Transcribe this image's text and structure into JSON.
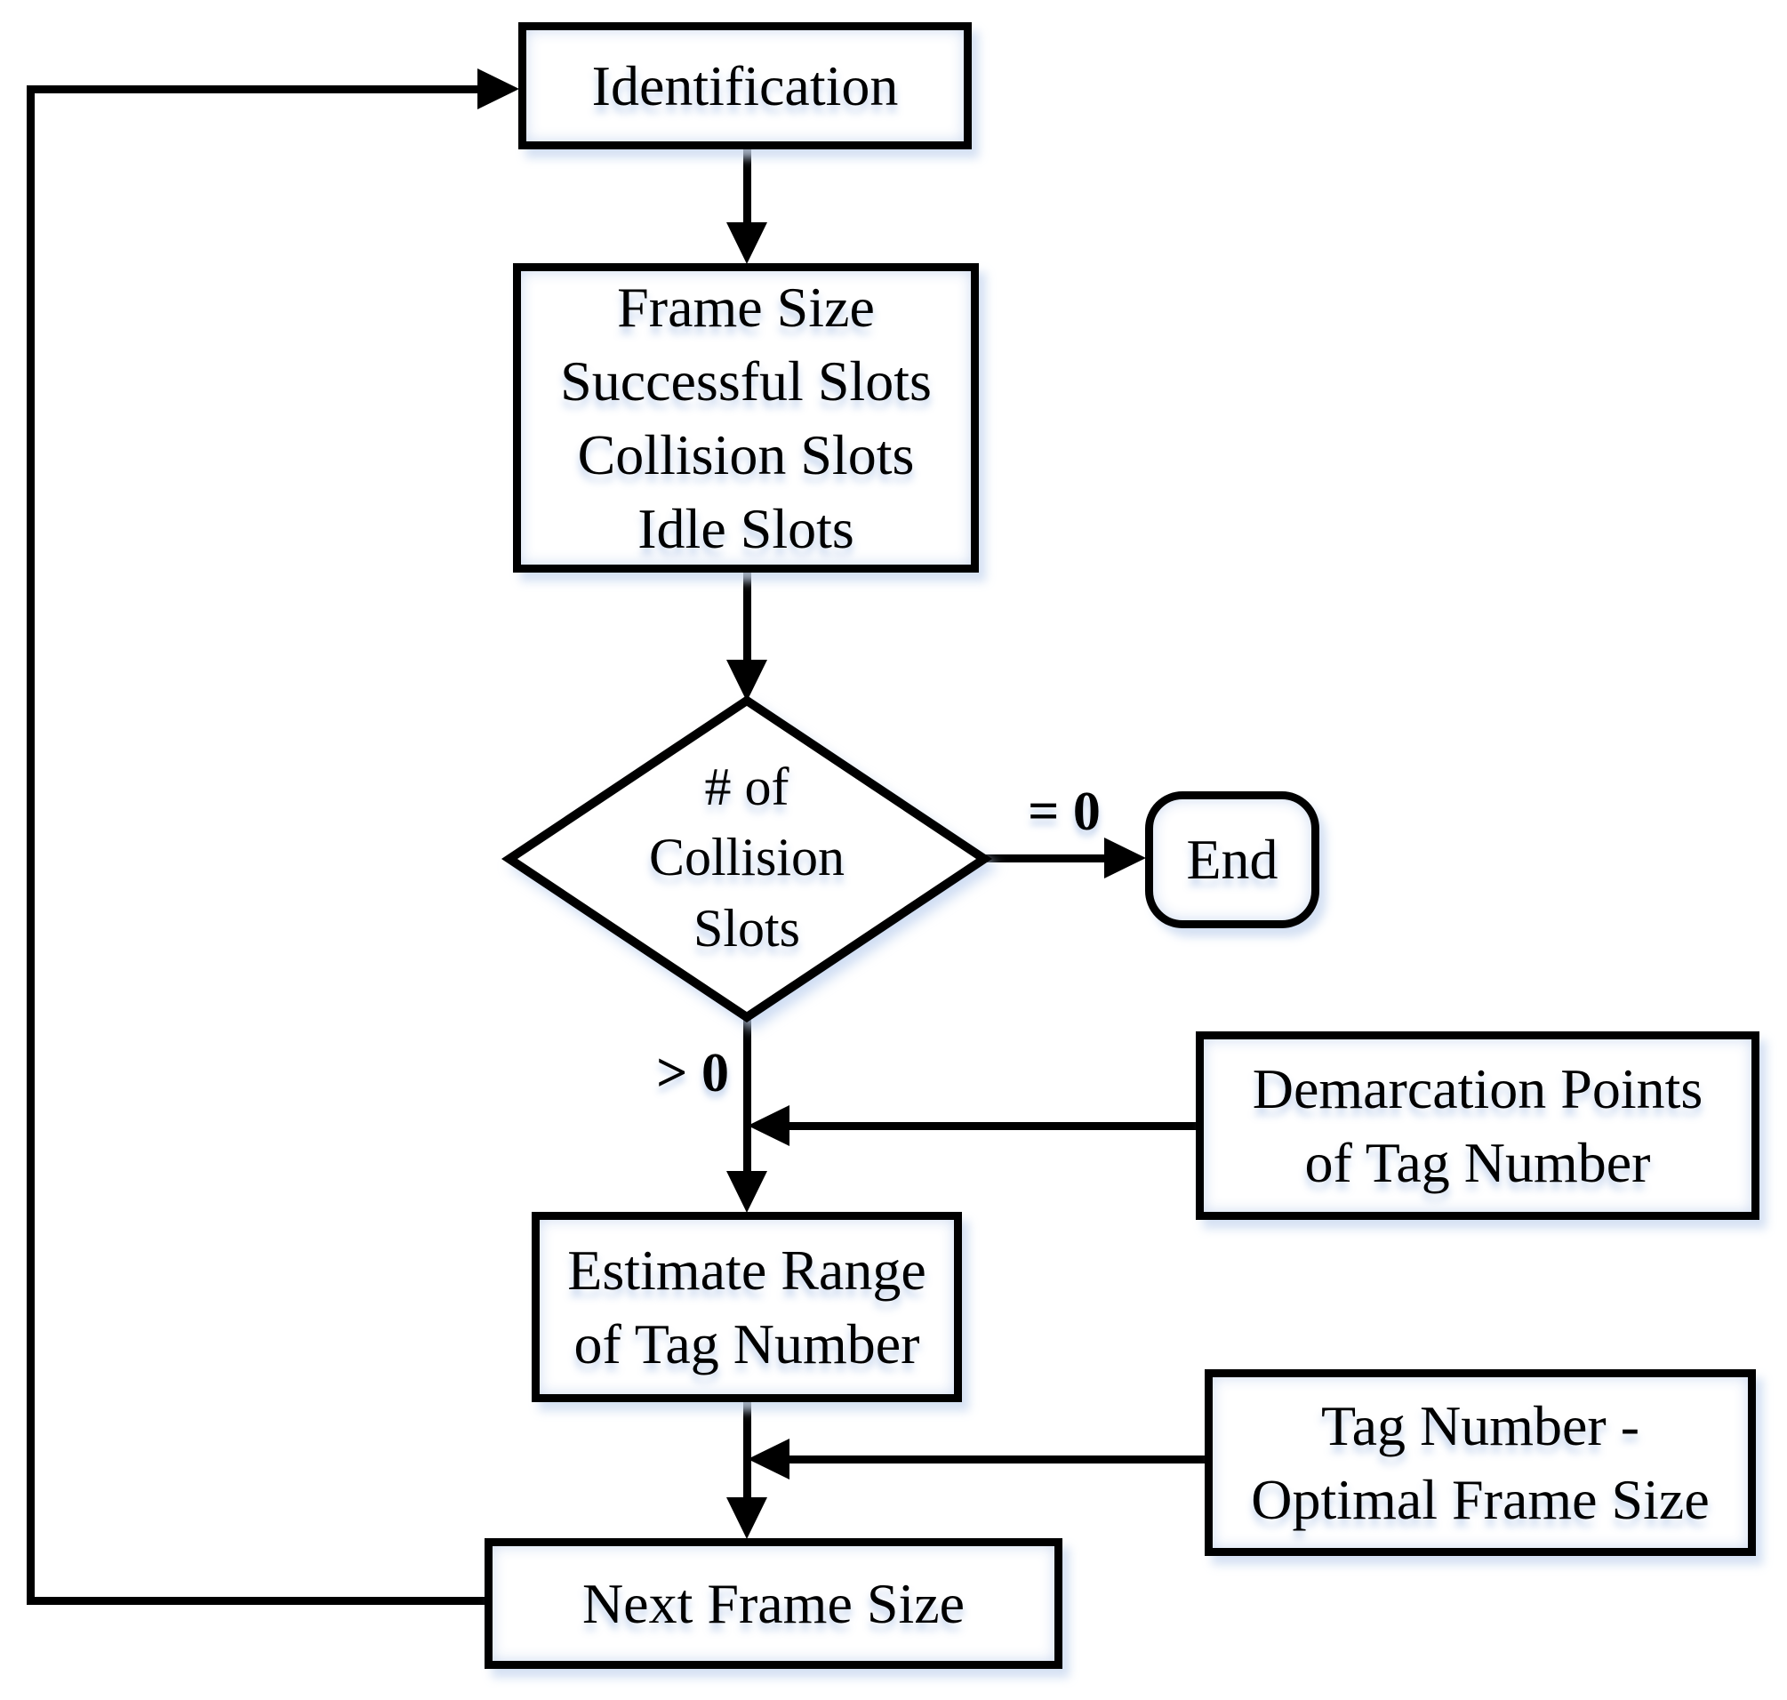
{
  "diagram": {
    "type": "flowchart",
    "nodes": {
      "identification": {
        "label": "Identification",
        "shape": "rectangle"
      },
      "frame_info": {
        "label": "Frame Size\nSuccessful Slots\nCollision Slots\nIdle Slots",
        "shape": "rectangle"
      },
      "collision_decision": {
        "label": "# of\nCollision\nSlots",
        "shape": "diamond"
      },
      "end": {
        "label": "End",
        "shape": "rounded-rectangle"
      },
      "demarcation_points": {
        "label": "Demarcation Points\nof Tag Number",
        "shape": "rectangle"
      },
      "estimate_range": {
        "label": "Estimate Range\nof Tag Number",
        "shape": "rectangle"
      },
      "tag_number_optimal": {
        "label": "Tag Number -\nOptimal Frame Size",
        "shape": "rectangle"
      },
      "next_frame_size": {
        "label": "Next Frame Size",
        "shape": "rectangle"
      }
    },
    "edge_labels": {
      "equals_zero": "= 0",
      "greater_zero": "> 0"
    },
    "colors": {
      "stroke": "#000000",
      "background": "#ffffff",
      "halo": "#ccd9f0"
    }
  }
}
